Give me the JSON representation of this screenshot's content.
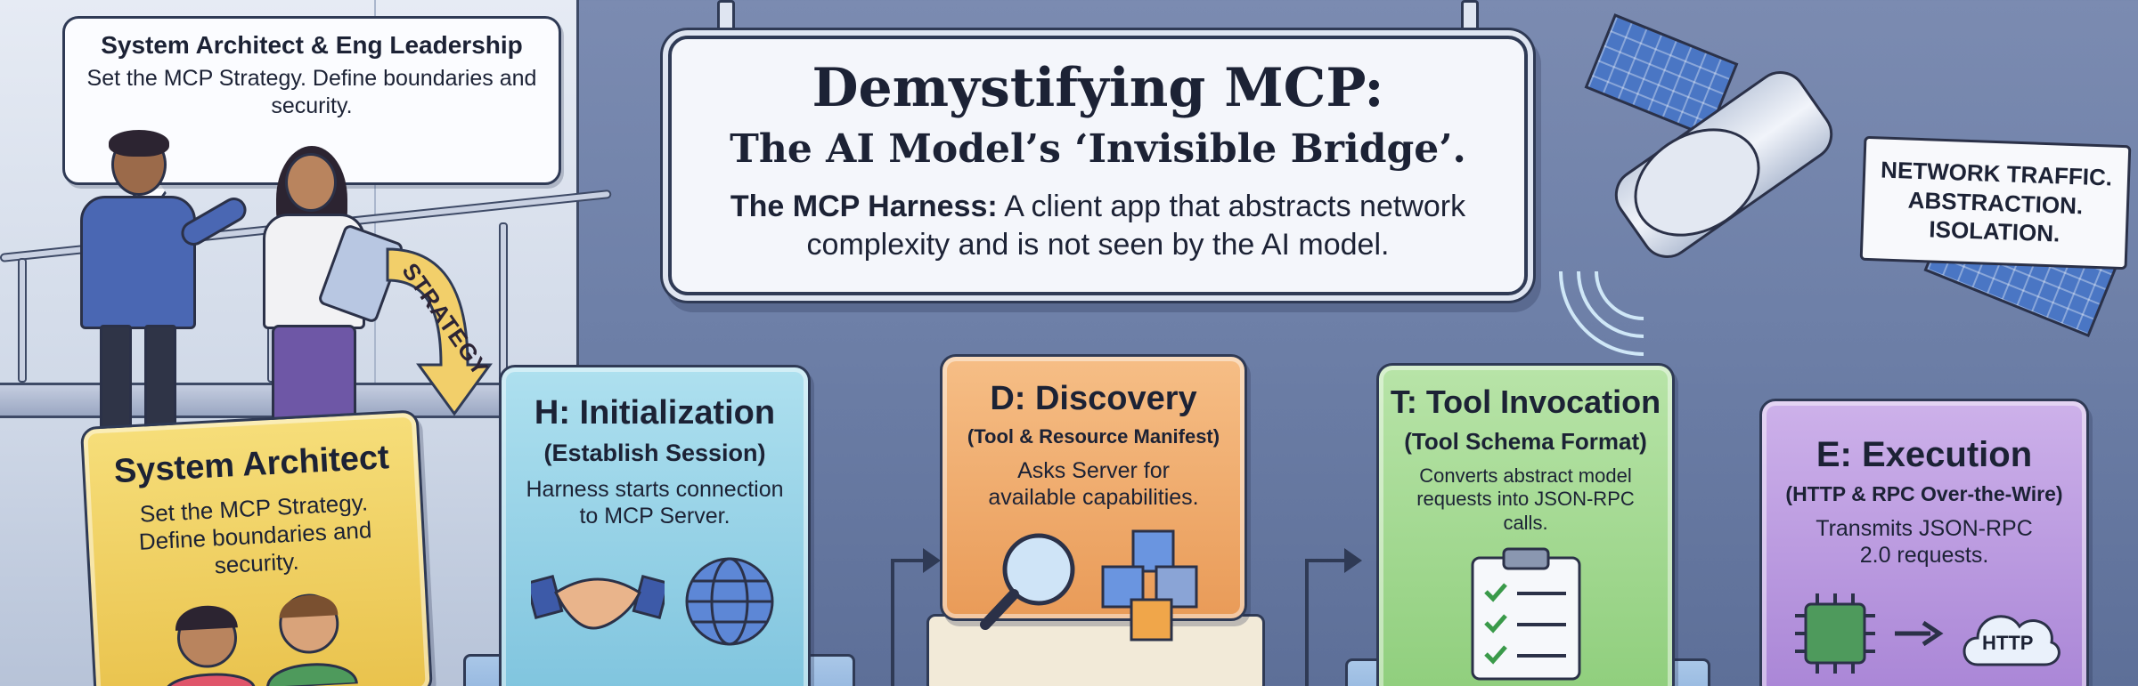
{
  "banner": {
    "title": "Demystifying MCP:",
    "subtitle": "The AI Model’s ‘Invisible Bridge’.",
    "harness_bold": "The MCP Harness:",
    "harness_text": "A client app that abstracts network complexity and is not seen by the AI model."
  },
  "leadership_bubble": {
    "title": "System Architect & Eng Leadership",
    "text": "Set the MCP Strategy. Define boundaries and security."
  },
  "strategy_arrow": {
    "label": "STRATEGY"
  },
  "satellite": {
    "label_line1": "NETWORK TRAFFIC.",
    "label_line2": "ABSTRACTION.",
    "label_line3": "ISOLATION."
  },
  "cards": {
    "architect": {
      "title": "System Architect",
      "desc": "Set the MCP Strategy. Define boundaries and security."
    },
    "initialization": {
      "title": "H: Initialization",
      "subtitle": "(Establish Session)",
      "desc": "Harness starts connection to MCP Server."
    },
    "discovery": {
      "title": "D: Discovery",
      "subtitle": "(Tool & Resource Manifest)",
      "desc": "Asks Server for available capabilities."
    },
    "tool_invocation": {
      "title": "T: Tool Invocation",
      "subtitle": "(Tool Schema Format)",
      "desc": "Converts abstract model requests into JSON-RPC calls."
    },
    "execution": {
      "title": "E: Execution",
      "subtitle": "(HTTP & RPC Over-the-Wire)",
      "desc": "Transmits JSON-RPC 2.0 requests.",
      "cloud_label": "HTTP"
    }
  },
  "icons": [
    "handshake-icon",
    "globe-icon",
    "magnifier-icon",
    "cubes-icon",
    "checklist-icon",
    "chip-icon",
    "cloud-icon",
    "satellite-icon"
  ],
  "colors": {
    "background": "#6e80a8",
    "architect": "#f0cf60",
    "initialization": "#9dd3e8",
    "discovery": "#f0ab6c",
    "tool_invocation": "#a5da92",
    "execution": "#bb9be0"
  }
}
